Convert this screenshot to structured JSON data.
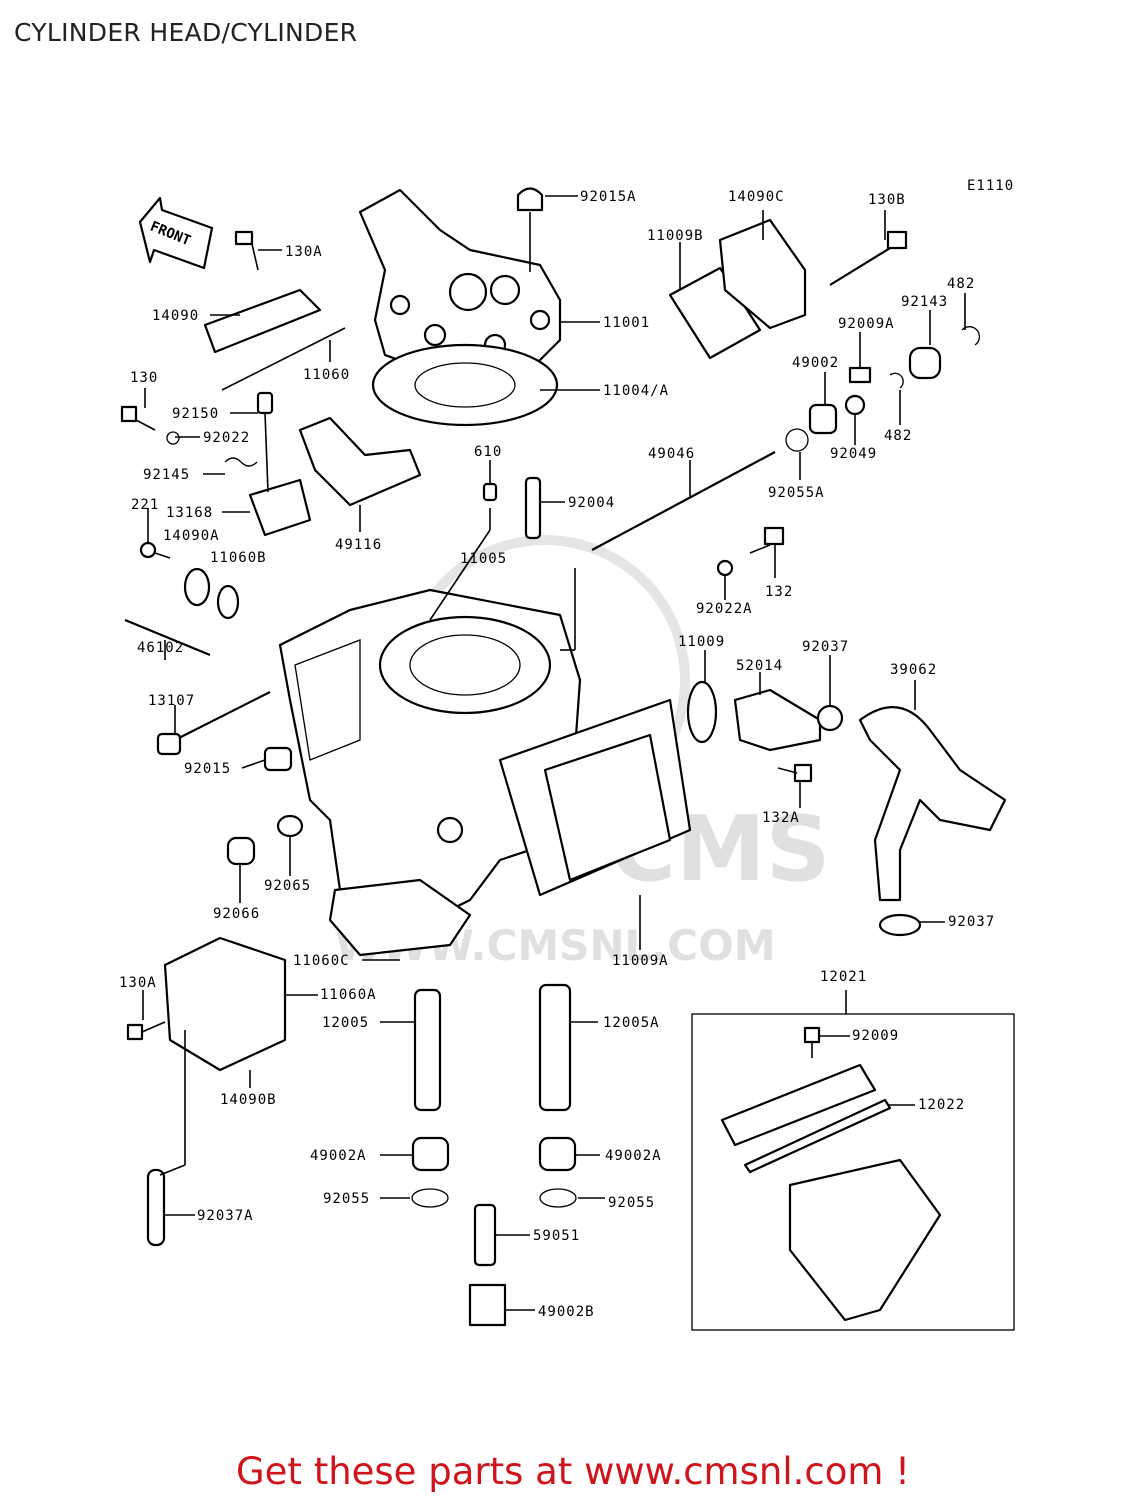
{
  "title": "CYLINDER HEAD/CYLINDER",
  "diagram_code": "E1110",
  "front_label": "FRONT",
  "watermark": "WWW.CMSNL.COM",
  "watermark_logo": "CMS",
  "footer": "Get these parts at www.cmsnl.com !",
  "parts": [
    "92015A",
    "14090C",
    "130B",
    "11009B",
    "130A",
    "14090",
    "11001",
    "482",
    "92143",
    "92009A",
    "11060",
    "49002",
    "11004/A",
    "130",
    "92150",
    "92022",
    "482",
    "92049",
    "92145",
    "49046",
    "92055A",
    "610",
    "92004",
    "13168",
    "49116",
    "221",
    "14090A",
    "11060B",
    "11005",
    "132",
    "92022A",
    "46102",
    "11009",
    "92037",
    "52014",
    "39062",
    "13107",
    "92015",
    "132A",
    "92065",
    "92066",
    "92037",
    "11060C",
    "11009A",
    "12021",
    "130A",
    "11060A",
    "12005",
    "12005A",
    "92009",
    "12022",
    "14090B",
    "49002A",
    "49002A",
    "92055",
    "92055",
    "59051",
    "92037A",
    "49002B"
  ]
}
